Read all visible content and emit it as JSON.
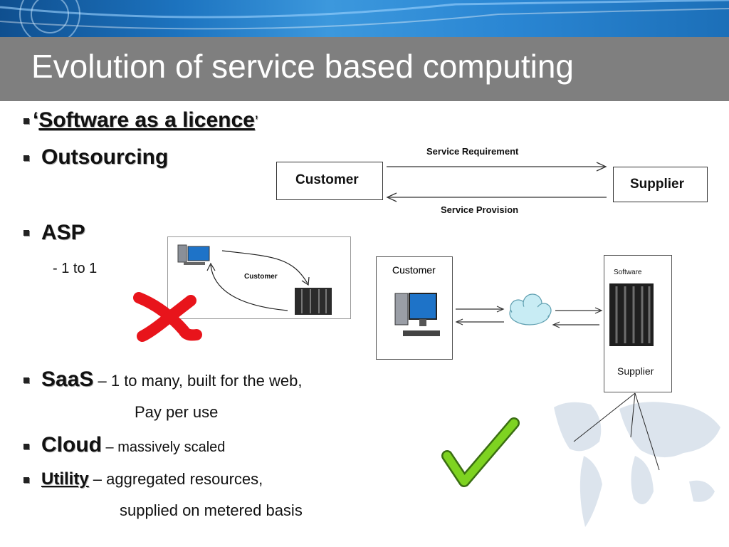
{
  "slide": {
    "title": "Evolution of service based computing"
  },
  "bullets": {
    "licence": {
      "open_quote": "‘",
      "text": "Software as a licence",
      "close_quote": "’"
    },
    "outsourcing": "Outsourcing",
    "asp": "ASP",
    "asp_sub": {
      "dash": "-",
      "text": "1 to 1"
    },
    "saas": {
      "label": "SaaS",
      "text": " – 1 to many, built for the web,",
      "line2": "Pay per use"
    },
    "cloud": {
      "label": "Cloud",
      "text": " – massively scaled"
    },
    "utility": {
      "label": "Utility",
      "text": " – aggregated resources,",
      "line2": "supplied on metered basis"
    }
  },
  "outsourcing_diagram": {
    "customer": "Customer",
    "supplier": "Supplier",
    "top_arrow": "Service Requirement",
    "bottom_arrow": "Service Provision"
  },
  "asp_diagram": {
    "customer": "Customer"
  },
  "saas_diagram": {
    "customer": "Customer",
    "software": "Software",
    "supplier": "Supplier"
  },
  "colors": {
    "title_bar": "#7f7f7f",
    "cross": "#e8141b",
    "check": "#7ed321",
    "map": "#d9e2ec"
  }
}
